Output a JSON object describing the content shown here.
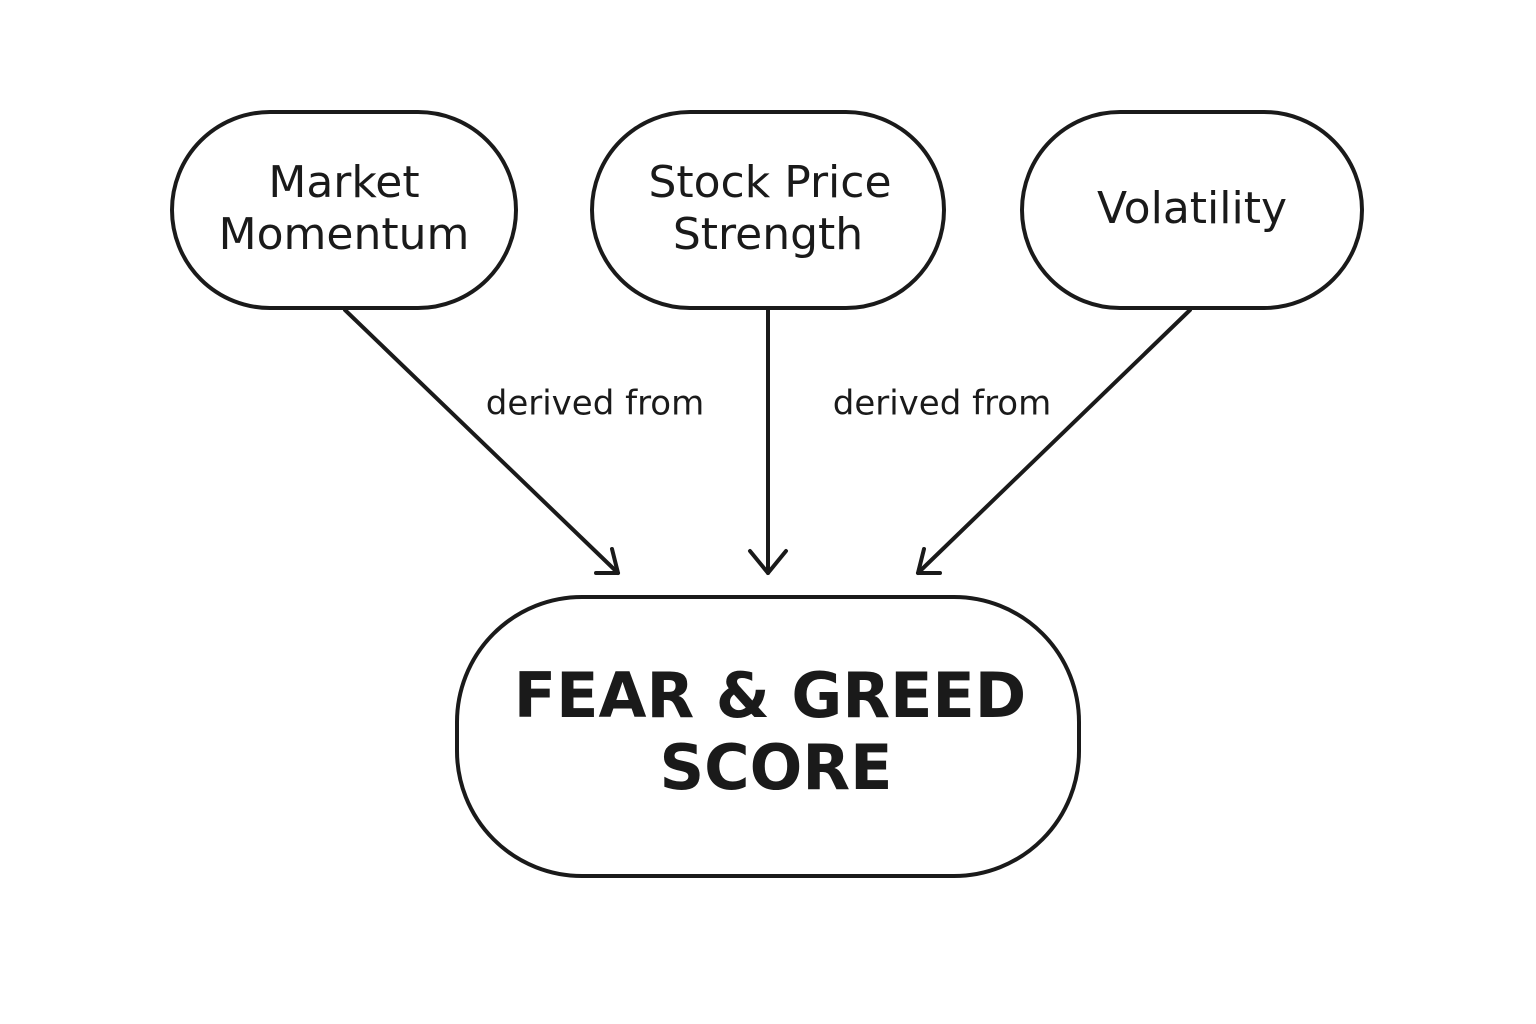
{
  "nodes": {
    "market_momentum": {
      "line1": "Market",
      "line2": "Momentum"
    },
    "stock_price_strength": {
      "line1": "Stock Price",
      "line2": "Strength"
    },
    "volatility": {
      "label": "Volatility"
    },
    "fear_greed_score": {
      "line1": "FEAR & GREED",
      "line2": "SCORE"
    }
  },
  "edges": {
    "left_label": "derived from",
    "right_label": "derived from"
  },
  "colors": {
    "stroke": "#1a1a1a",
    "background": "#ffffff"
  }
}
